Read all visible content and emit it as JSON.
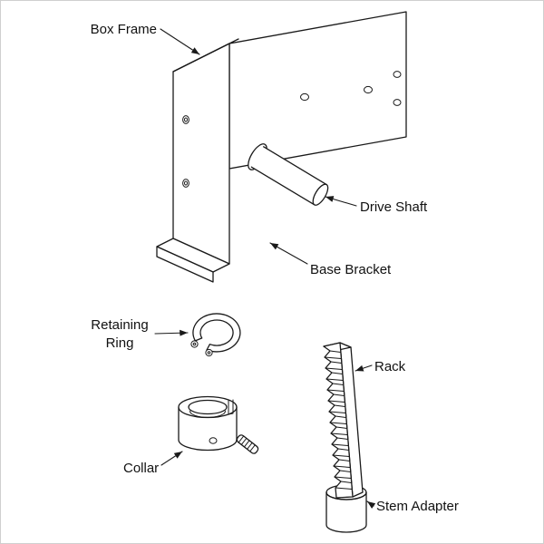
{
  "figure": {
    "type": "exploded-parts-diagram",
    "background": "#ffffff",
    "ink_color": "#1a1a1a",
    "labels": {
      "box_frame": "Box Frame",
      "drive_shaft": "Drive Shaft",
      "base_bracket": "Base Bracket",
      "retaining_line1": "Retaining",
      "retaining_line2": "Ring",
      "rack": "Rack",
      "collar": "Collar",
      "stem_adapter": "Stem Adapter"
    }
  }
}
